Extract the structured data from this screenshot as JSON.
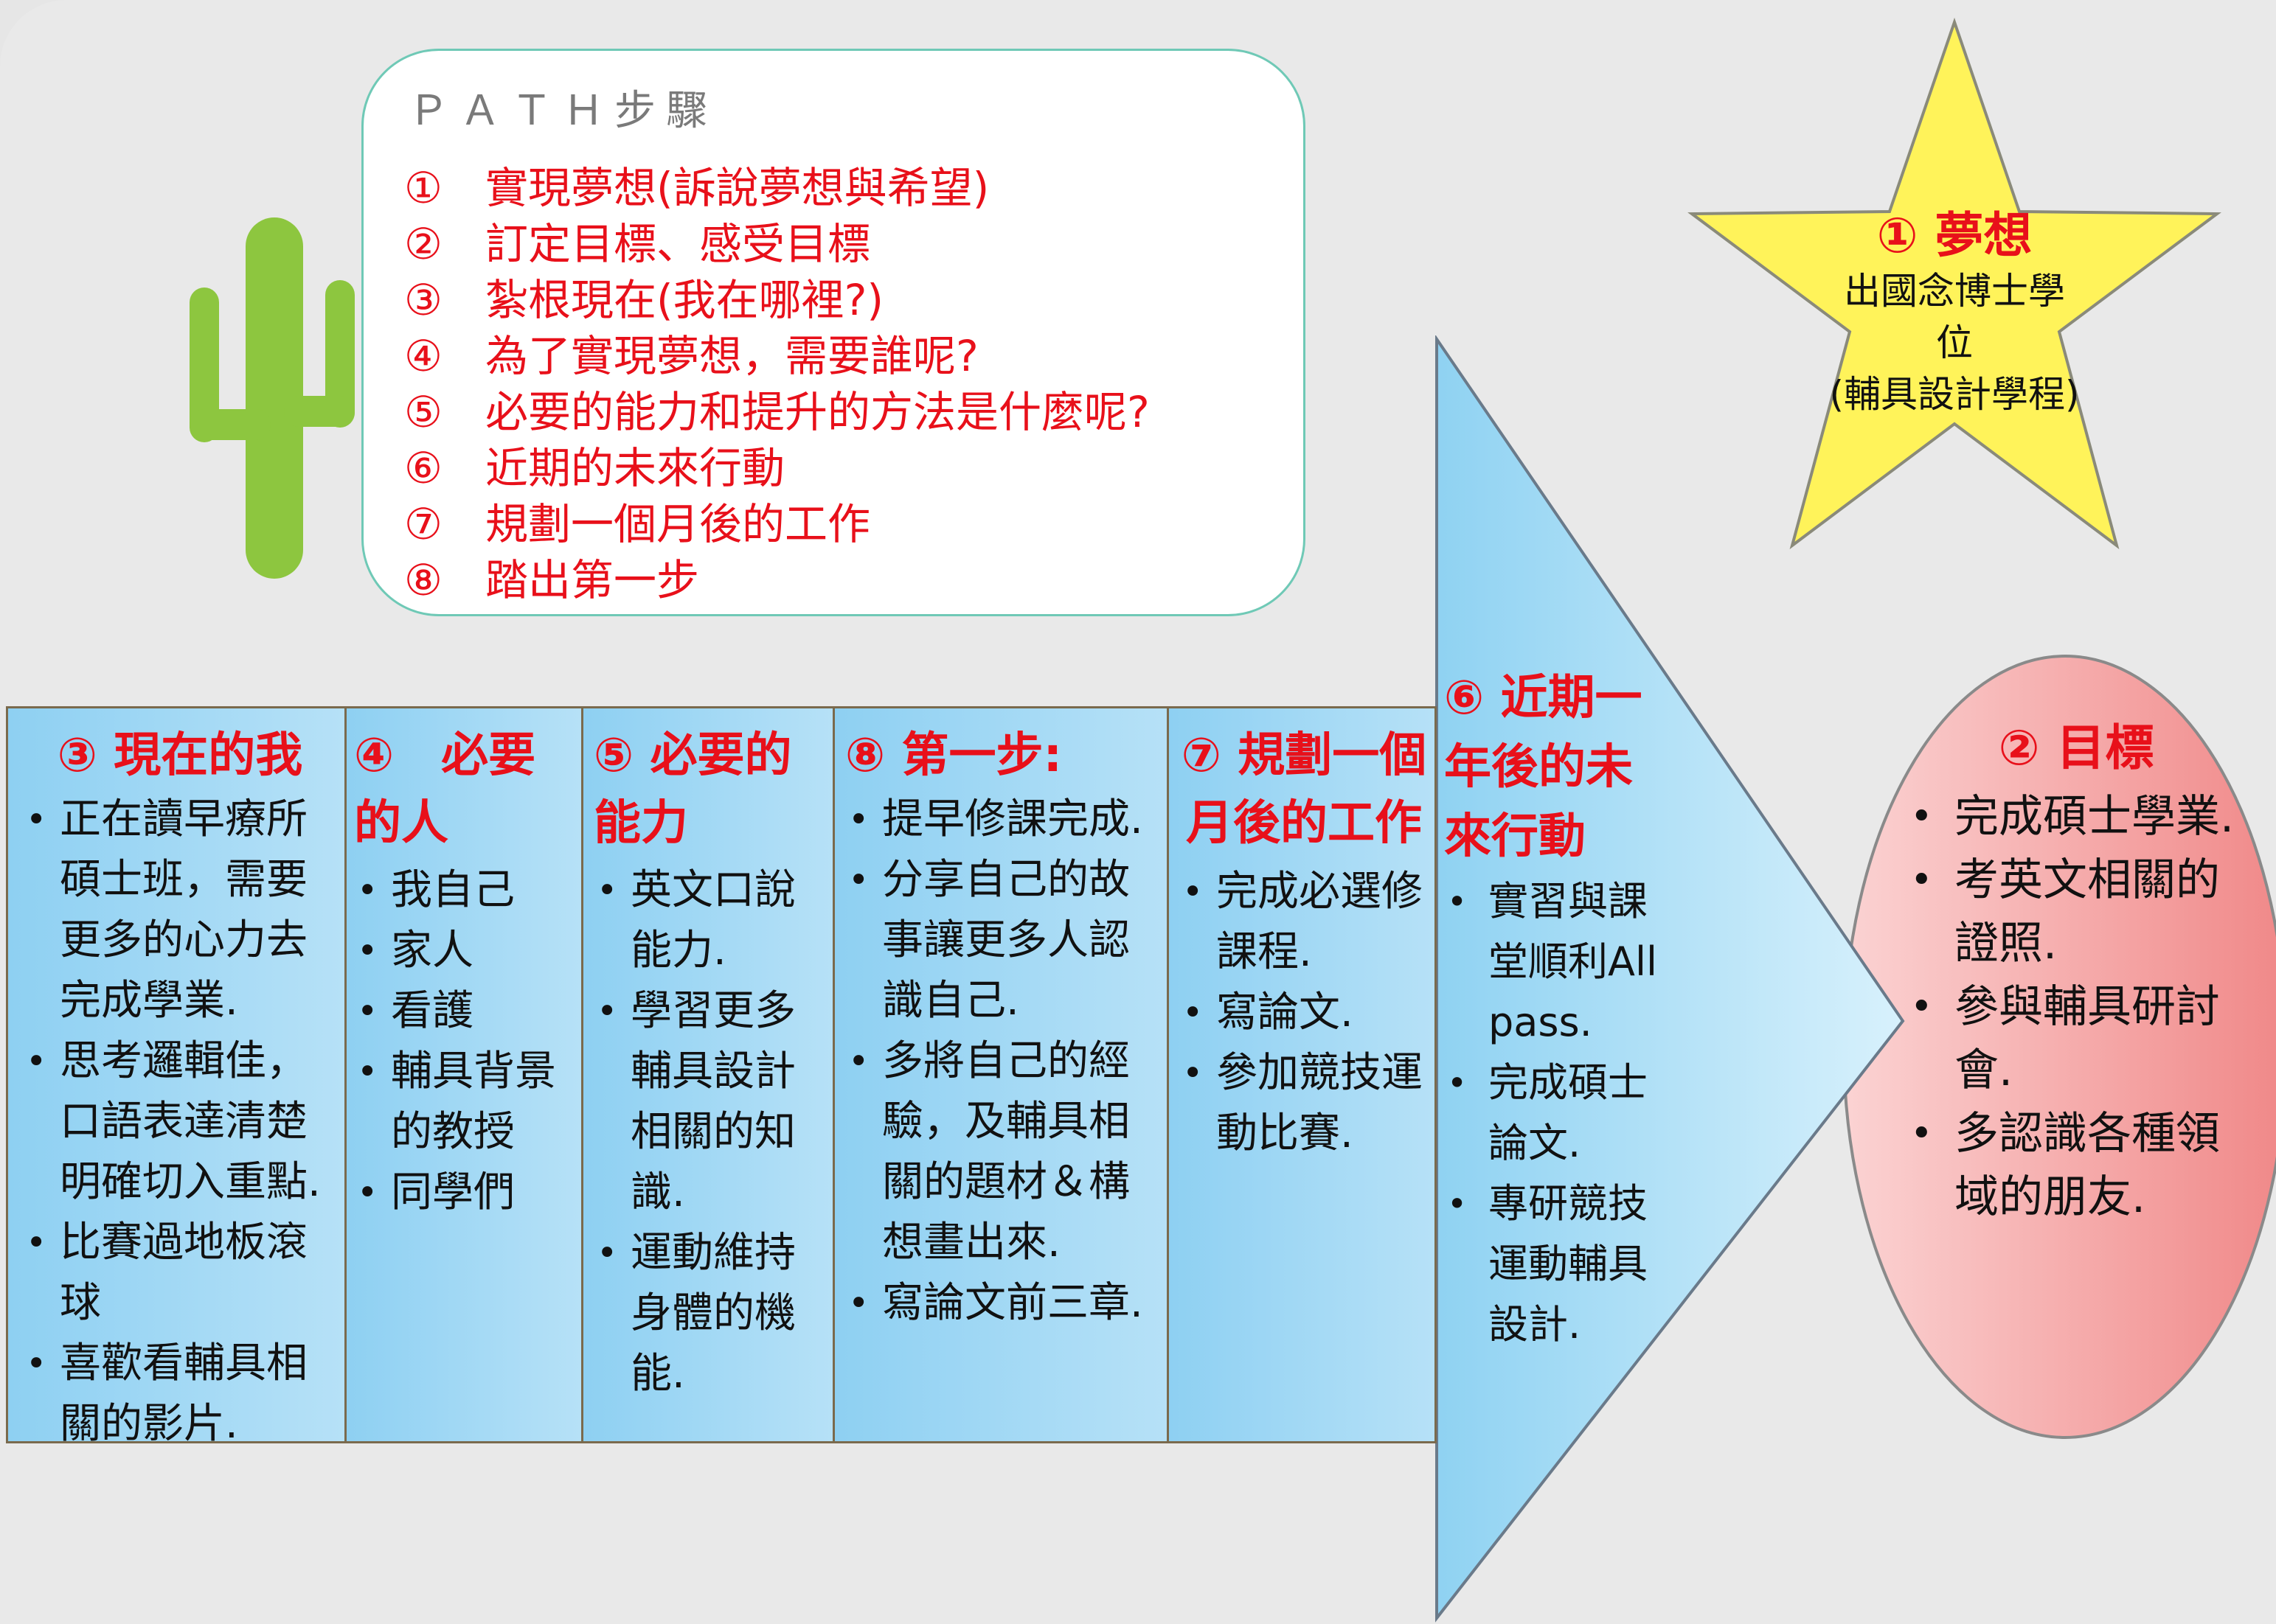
{
  "path_box": {
    "title": "ＰＡＴＨ步驟",
    "steps": [
      {
        "num": "①",
        "text": "實現夢想(訴說夢想與希望)"
      },
      {
        "num": "②",
        "text": "訂定目標、感受目標"
      },
      {
        "num": "③",
        "text": "紮根現在(我在哪裡?)"
      },
      {
        "num": "④",
        "text": "為了實現夢想，需要誰呢?"
      },
      {
        "num": "⑤",
        "text": "必要的能力和提升的方法是什麼呢?"
      },
      {
        "num": "⑥",
        "text": "近期的未來行動"
      },
      {
        "num": "⑦",
        "text": "規劃一個月後的工作"
      },
      {
        "num": "⑧",
        "text": "踏出第一步"
      }
    ]
  },
  "dream": {
    "title": "① 夢想",
    "lines": [
      "出國念博士學",
      "位",
      "(輔具設計學程)"
    ]
  },
  "columns": [
    {
      "title": "③ 現在的我",
      "items": [
        "正在讀早療所碩士班，需要更多的心力去完成學業.",
        "思考邏輯佳，口語表達清楚明確切入重點.",
        "比賽過地板滾球",
        "喜歡看輔具相關的影片."
      ]
    },
    {
      "title": "④　必要的人",
      "items": [
        "我自己",
        "家人",
        "看護",
        "輔具背景的教授",
        "同學們"
      ]
    },
    {
      "title": "⑤ 必要的能力",
      "items": [
        "英文口說能力.",
        "學習更多輔具設計相關的知識.",
        "運動維持身體的機能."
      ]
    },
    {
      "title": "⑧ 第一步:",
      "items": [
        "提早修課完成.",
        "分享自己的故事讓更多人認識自己.",
        "多將自己的經驗，及輔具相關的題材＆構想畫出來.",
        "寫論文前三章."
      ]
    },
    {
      "title": "⑦ 規劃一個月後的工作",
      "items": [
        "完成必選修課程.",
        "寫論文.",
        "參加競技運動比賽."
      ]
    }
  ],
  "arrow": {
    "title": "⑥ 近期一年後的未來行動",
    "items": [
      "實習與課堂順利All pass.",
      "完成碩士論文.",
      "專研競技運動輔具設計."
    ]
  },
  "goal": {
    "title": "② 目標",
    "items": [
      "完成碩士學業.",
      "考英文相關的證照.",
      "參與輔具研討會.",
      "多認識各種領域的朋友."
    ]
  },
  "colors": {
    "red_text": "#e8101a",
    "cactus": "#8dc63f",
    "star": "#fff35a",
    "arrow_light": "#d8f1fc",
    "arrow_dark": "#8fd2f2",
    "goal_fill": "#f5a3a3"
  }
}
